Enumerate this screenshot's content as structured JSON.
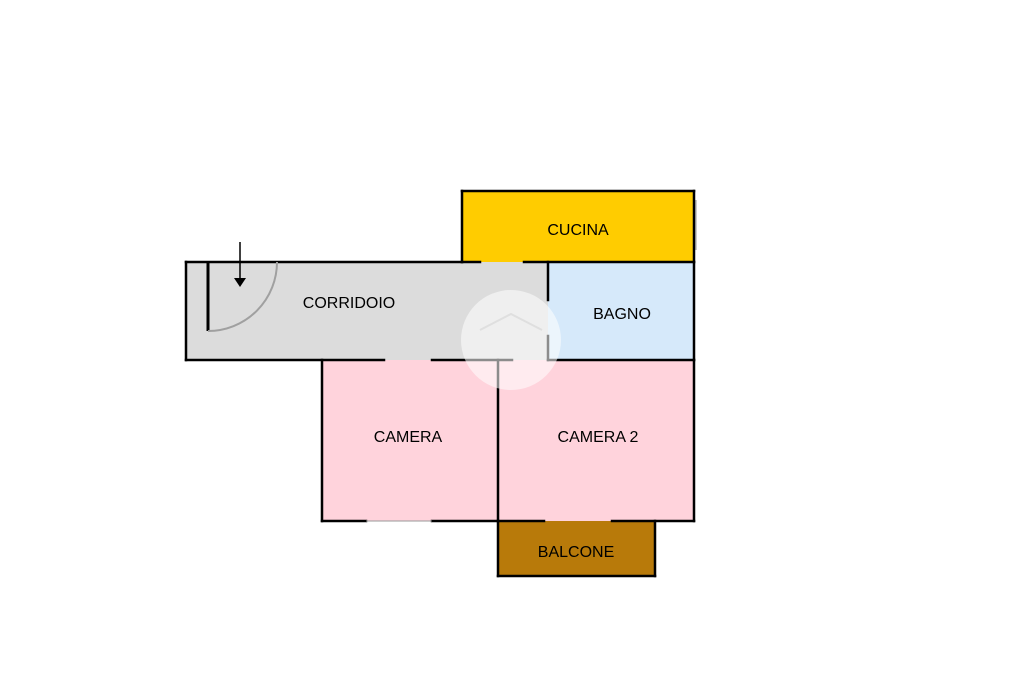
{
  "plan": {
    "rooms": [
      {
        "id": "cucina",
        "label": "CUCINA",
        "color": "#FFCC00"
      },
      {
        "id": "corridoio",
        "label": "CORRIDOIO",
        "color": "#DCDCDC"
      },
      {
        "id": "bagno",
        "label": "BAGNO",
        "color": "#D6E9FA"
      },
      {
        "id": "camera",
        "label": "CAMERA",
        "color": "#FFD3DC"
      },
      {
        "id": "camera2",
        "label": "CAMERA 2",
        "color": "#FFD3DC"
      },
      {
        "id": "balcone",
        "label": "BALCONE",
        "color": "#B87A0A"
      }
    ],
    "wall_color": "#000000",
    "icons": [
      "entrance-arrow-icon",
      "door-swing-icon",
      "watermark-house-icon"
    ]
  }
}
